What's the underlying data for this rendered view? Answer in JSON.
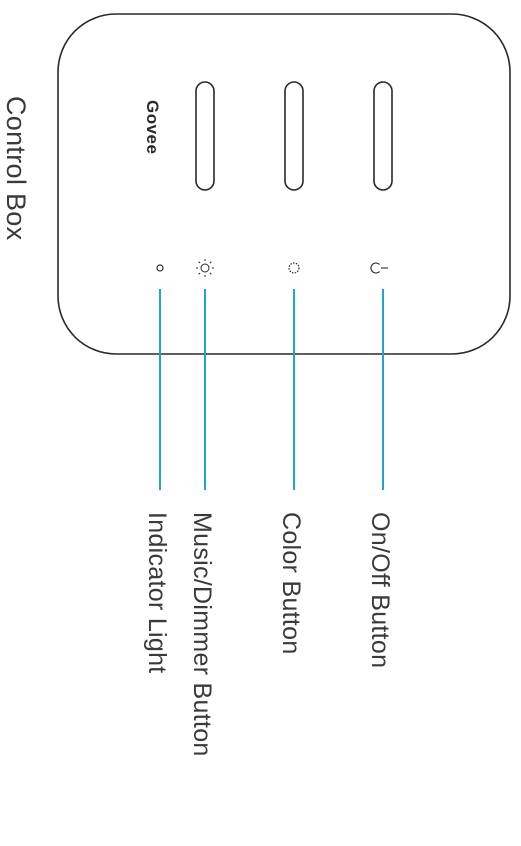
{
  "title": "Control Box",
  "brand": "Govee",
  "callouts": {
    "indicator": "Indicator Light",
    "music": "Music/Dimmer Button",
    "color": "Color Button",
    "onoff": "On/Off Button"
  },
  "colors": {
    "line": "#1aa6d6",
    "outline": "#2a2a2a",
    "text": "#3a3a3a"
  },
  "icons": [
    "indicator-dot-icon",
    "sun-icon",
    "color-ring-icon",
    "power-icon"
  ]
}
